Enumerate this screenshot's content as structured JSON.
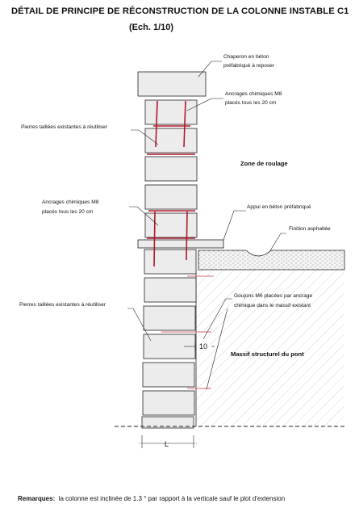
{
  "title": "DÉTAIL DE PRINCIPE DE RÉCONSTRUCTION DE LA COLONNE INSTABLE C1",
  "scale": "(Ech. 1/10)",
  "labels": {
    "chaperon": [
      "Chaperon en béton",
      "préfabriqué à reposer"
    ],
    "ancrages_top": [
      "Ancrages chimiques M8",
      "placés tous les 20 cm"
    ],
    "pierres_top": "Pierres taillées existantes à réutiliser",
    "zone_roulage": "Zone de roulage",
    "ancrages_mid": [
      "Ancrages chimiques M8",
      "placés tous les 20 cm"
    ],
    "appui": "Appui en béton préfabriqué",
    "finition": "Finition asphaltée",
    "goujons": [
      "Goujons M6 placées par ancrage",
      "chimique dans le massif existant"
    ],
    "pierres_bottom": "Pierres taillées existantes à réutiliser",
    "dim_10": "10",
    "massif": "Massif structurel du pont",
    "dim_L": "L"
  },
  "remarks": {
    "label": "Remarques:",
    "text": "la colonne est inclinée de 1.3 ° par rapport à la verticale sauf le plot d'extension"
  },
  "colors": {
    "stone": "#ececec",
    "rebar": "#b0182a",
    "rebar_light": "#d56a78",
    "line": "#222222",
    "hatch": "#b8b8b8"
  }
}
